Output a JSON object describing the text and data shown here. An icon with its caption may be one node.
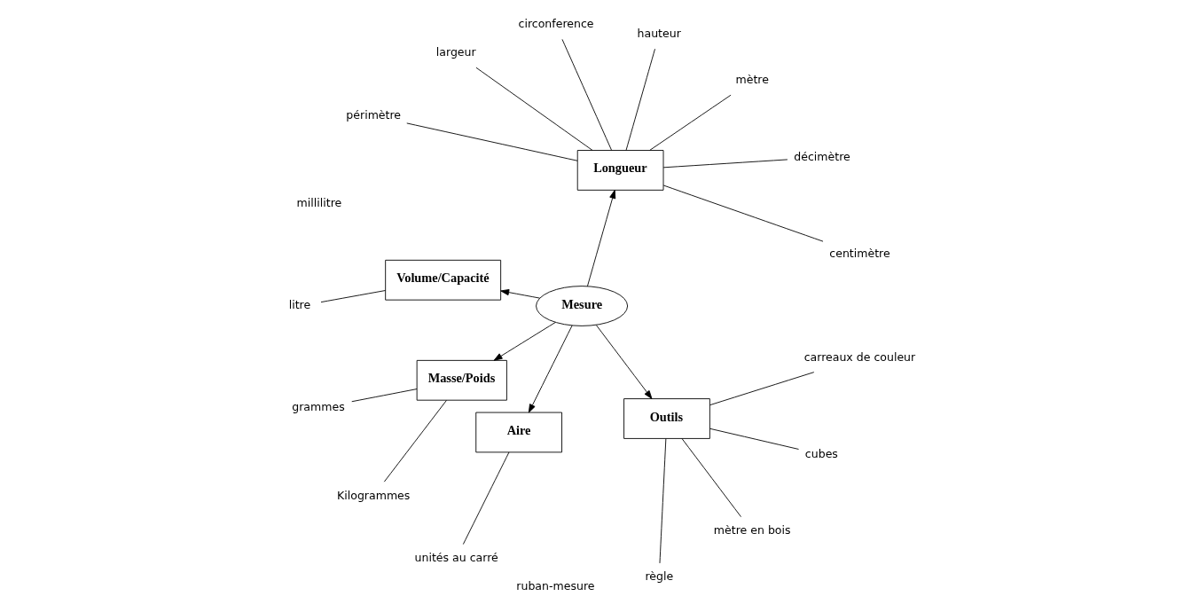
{
  "diagram": {
    "nodes": [
      {
        "text": [
          "Mesure"
        ]
      },
      {
        "text": [
          "Longueur"
        ]
      },
      {
        "text": [
          "Volume/Capacité"
        ]
      },
      {
        "text": [
          "Masse/Poids"
        ]
      },
      {
        "text": [
          "Aire"
        ]
      },
      {
        "text": [
          "Outils"
        ]
      },
      {
        "text": [
          "centimètre"
        ]
      },
      {
        "text": [
          "décimètre"
        ]
      },
      {
        "text": [
          "mètre"
        ]
      },
      {
        "text": [
          "hauteur"
        ]
      },
      {
        "text": [
          "circonference"
        ]
      },
      {
        "text": [
          "largeur"
        ]
      },
      {
        "text": [
          "périmètre"
        ]
      },
      {
        "text": [
          "litre"
        ]
      },
      {
        "text": [
          "grammes"
        ]
      },
      {
        "text": [
          "Kilogrammes"
        ]
      },
      {
        "text": [
          "unités au carré"
        ]
      },
      {
        "text": [
          "règle"
        ]
      },
      {
        "text": [
          "mètre en bois"
        ]
      },
      {
        "text": [
          "cubes"
        ]
      },
      {
        "text": [
          "carreaux de couleur"
        ]
      }
    ],
    "edges": [
      {
        "from": 0,
        "to": 1,
        "arrow": "to"
      },
      {
        "from": 0,
        "to": 2,
        "arrow": "to"
      },
      {
        "from": 0,
        "to": 3,
        "arrow": "to"
      },
      {
        "from": 0,
        "to": 4,
        "arrow": "to"
      },
      {
        "from": 0,
        "to": 5,
        "arrow": "to"
      },
      {
        "from": 6,
        "to": 1,
        "arrow": "none"
      },
      {
        "from": 7,
        "to": 1,
        "arrow": "none"
      },
      {
        "from": 8,
        "to": 1,
        "arrow": "none"
      },
      {
        "from": 9,
        "to": 1,
        "arrow": "none"
      },
      {
        "from": 10,
        "to": 1,
        "arrow": "none"
      },
      {
        "from": 11,
        "to": 1,
        "arrow": "none"
      },
      {
        "from": 12,
        "to": 1,
        "arrow": "none"
      },
      {
        "from": 13,
        "to": 2,
        "arrow": "none"
      },
      {
        "from": 14,
        "to": 3,
        "arrow": "none"
      },
      {
        "from": 15,
        "to": 3,
        "arrow": "none"
      },
      {
        "from": 16,
        "to": 4,
        "arrow": "none"
      },
      {
        "from": 17,
        "to": 5,
        "arrow": "none"
      },
      {
        "from": 18,
        "to": 5,
        "arrow": "none"
      },
      {
        "from": 19,
        "to": 5,
        "arrow": "none"
      },
      {
        "from": 20,
        "to": 5,
        "arrow": "none"
      }
    ],
    "labels": [
      "millilitre",
      "ruban-mesure"
    ]
  }
}
